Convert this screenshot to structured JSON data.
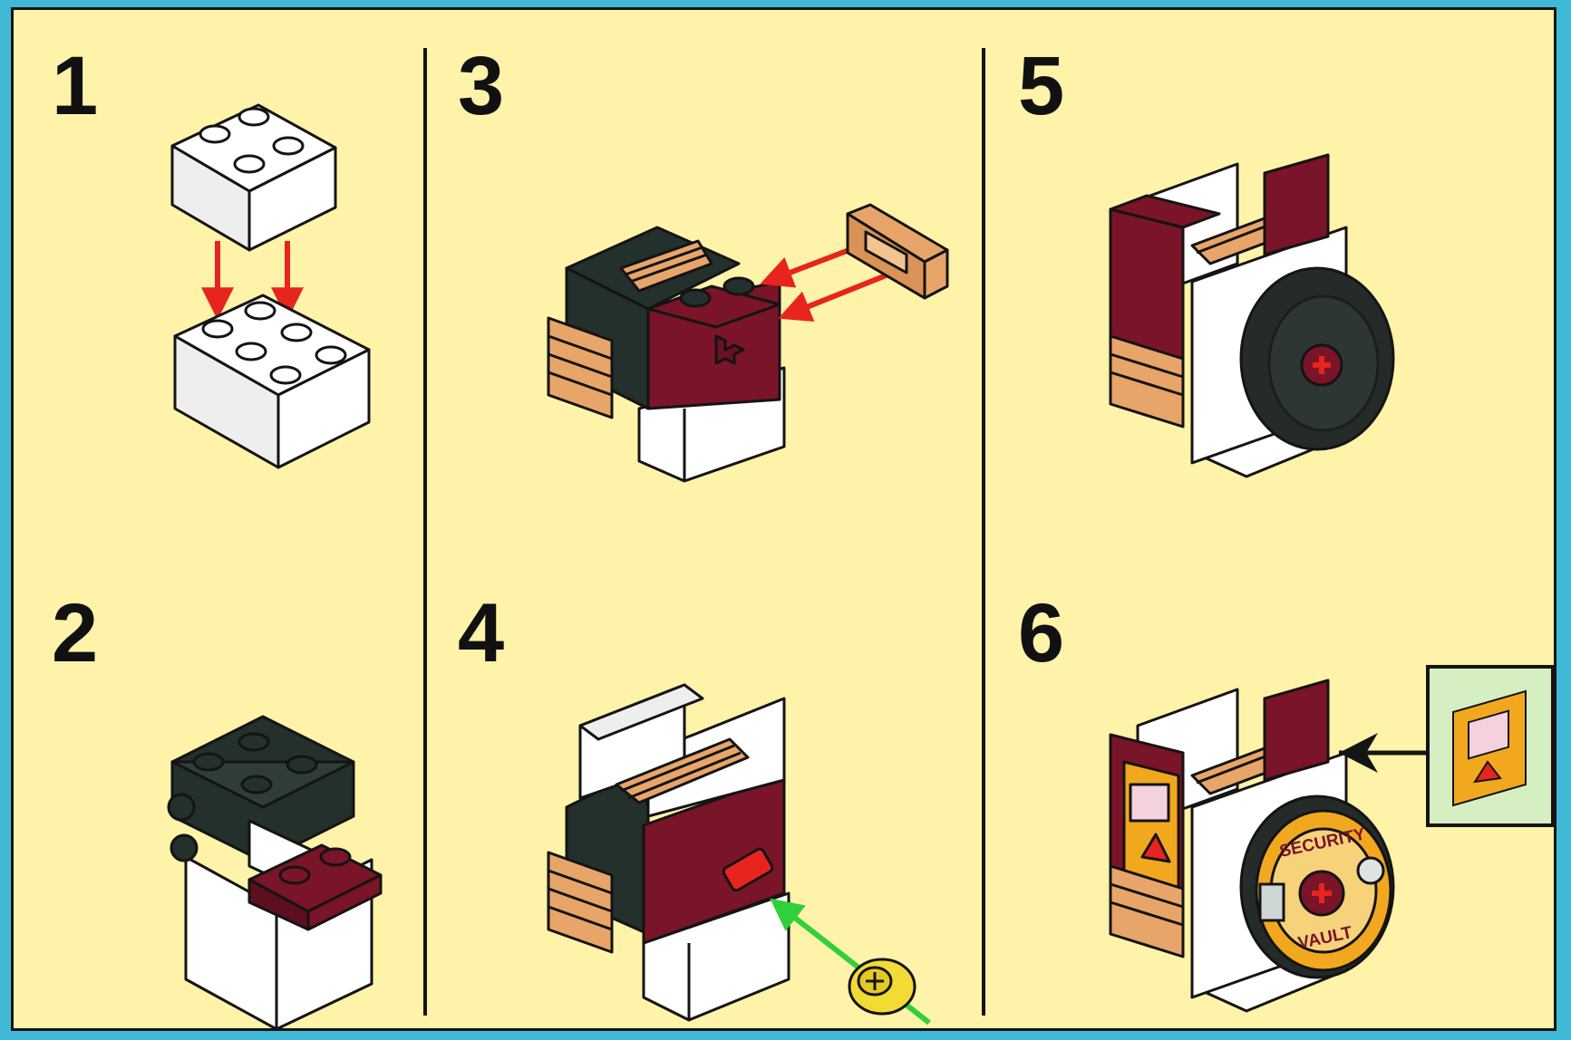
{
  "steps": [
    {
      "number": "1"
    },
    {
      "number": "2"
    },
    {
      "number": "3"
    },
    {
      "number": "4"
    },
    {
      "number": "5"
    },
    {
      "number": "6"
    }
  ],
  "vault_sticker": {
    "line1": "SECURITY",
    "line2": "VAULT"
  },
  "colors": {
    "page_background": "#fef3a8",
    "frame": "#3fb9d6",
    "brick_white": "#ffffff",
    "brick_black": "#23302b",
    "brick_dark_red": "#7a1428",
    "tile_tan": "#e8a56a",
    "disc_black": "#242b28",
    "arrow_red": "#e8241e",
    "arrow_green": "#31d03a",
    "pin_yellow": "#f2db35",
    "sticker_orange": "#f2a81e",
    "callout_bg": "#d6efc2"
  }
}
